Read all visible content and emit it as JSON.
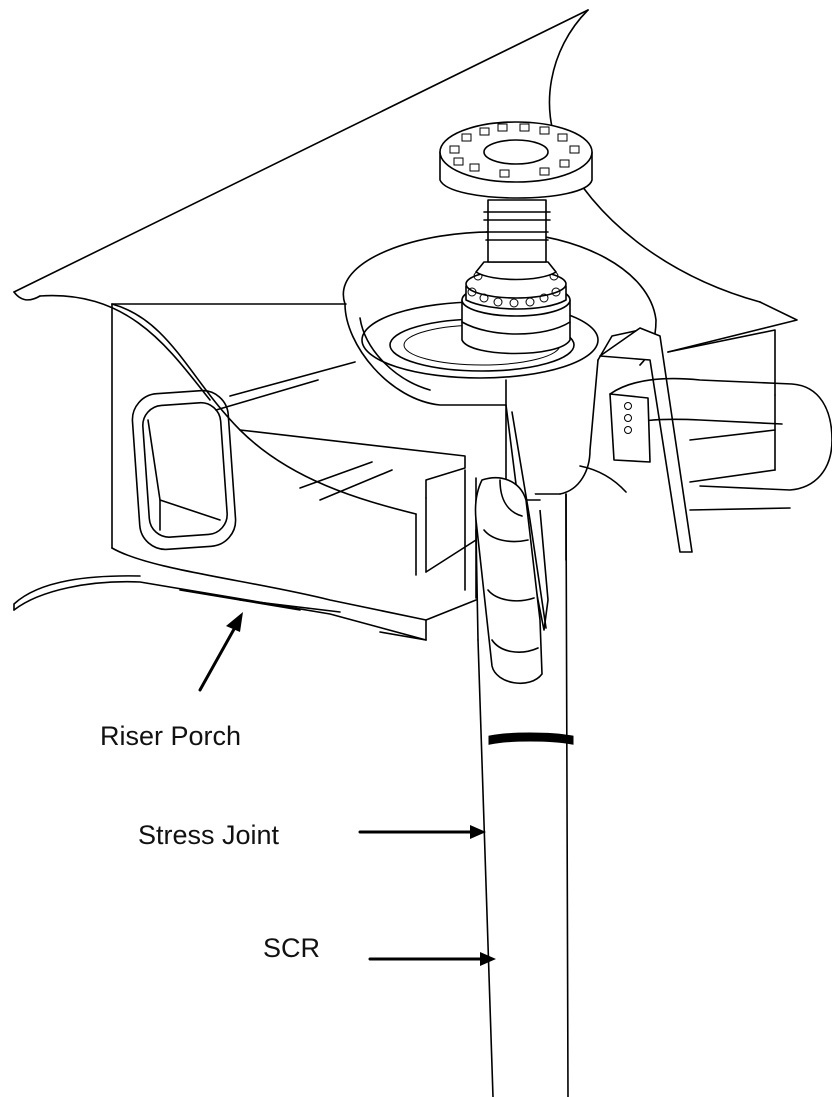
{
  "labels": {
    "riser_porch": "Riser Porch",
    "stress_joint": "Stress Joint",
    "scr": "SCR"
  },
  "colors": {
    "line": "#000000",
    "background": "#ffffff"
  }
}
